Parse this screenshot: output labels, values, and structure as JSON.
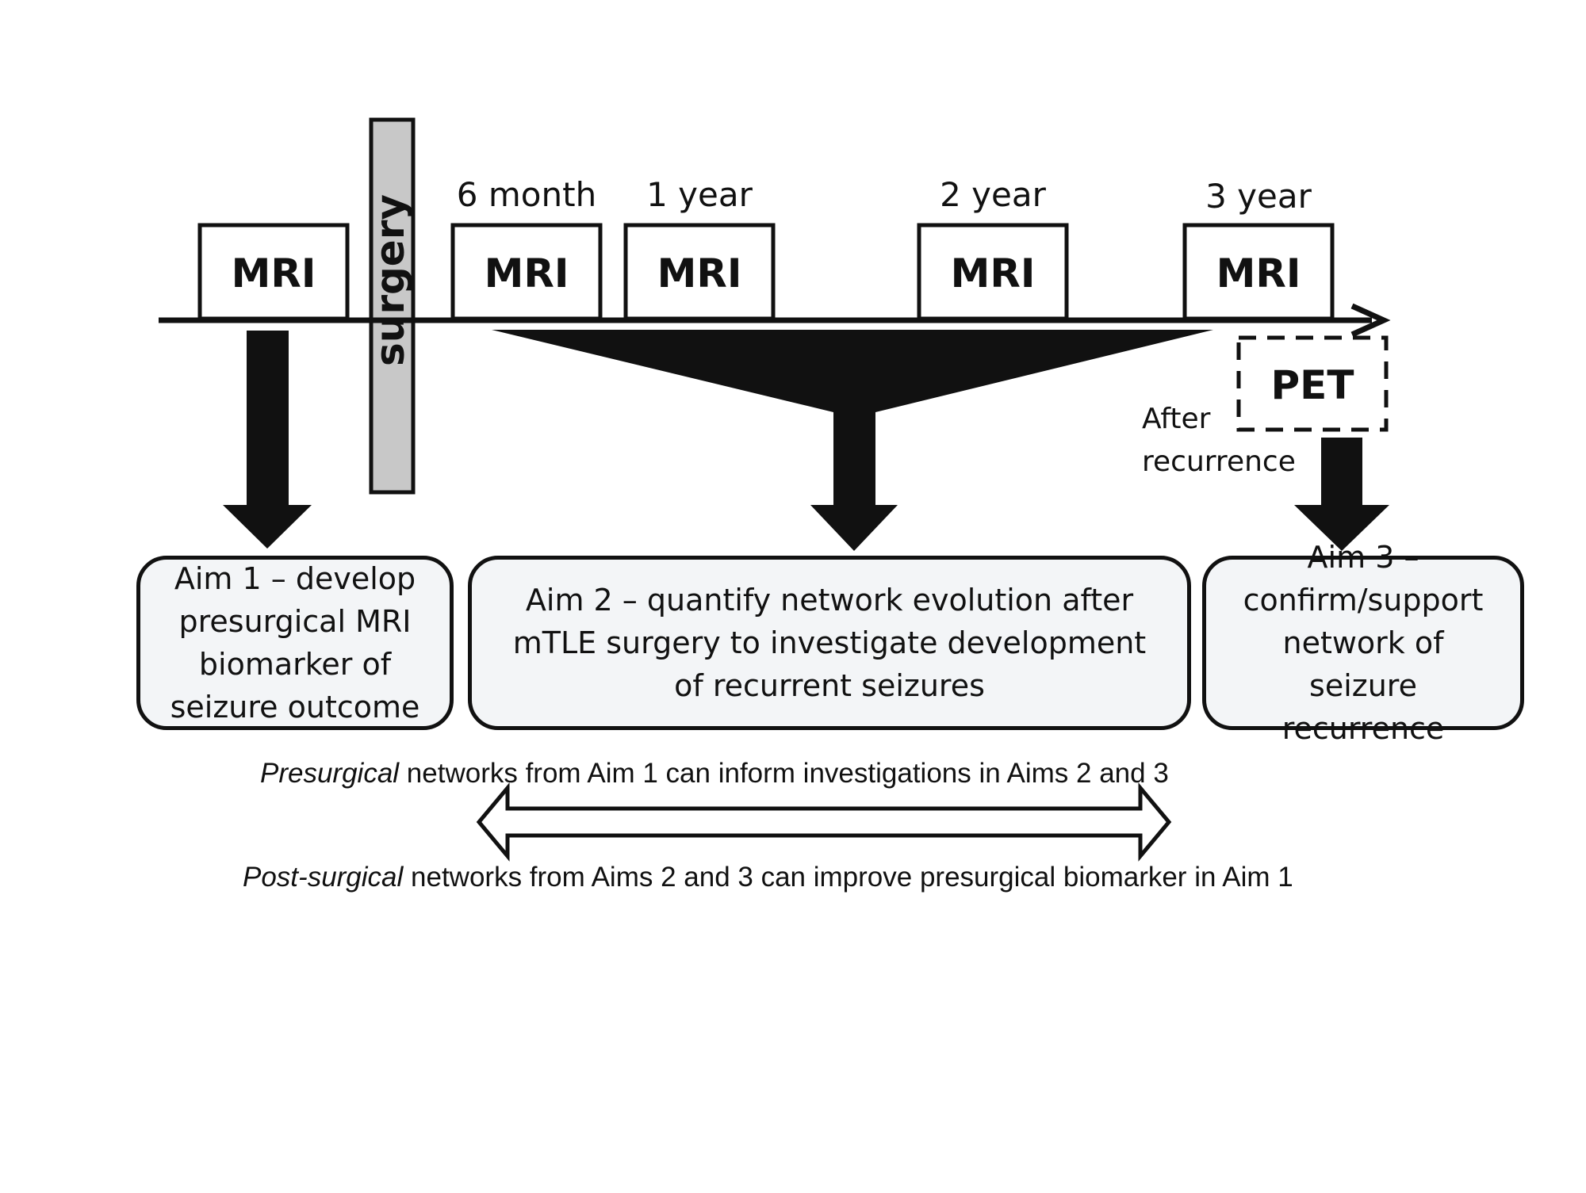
{
  "timeline": {
    "scans": [
      {
        "label": "MRI",
        "time": ""
      },
      {
        "label": "MRI",
        "time": "6 month"
      },
      {
        "label": "MRI",
        "time": "1 year"
      },
      {
        "label": "MRI",
        "time": "2 year"
      },
      {
        "label": "MRI",
        "time": "3 year"
      }
    ],
    "surgery_label": "surgery",
    "pet_label": "PET",
    "after_recurrence": [
      "After",
      "recurrence"
    ]
  },
  "aims": [
    {
      "text": "Aim 1 – develop presurgical MRI biomarker of seizure outcome"
    },
    {
      "text": "Aim 2 – quantify network evolution after mTLE surgery to investigate development of recurrent seizures"
    },
    {
      "text": "Aim 3 – confirm/support network of seizure recurrence"
    }
  ],
  "notes": {
    "top_italic": "Presurgical",
    "top_rest": " networks from Aim 1 can inform investigations in Aims 2 and 3",
    "bottom_italic": "Post-surgical",
    "bottom_rest": " networks from Aims 2 and 3 can improve presurgical biomarker in Aim 1"
  }
}
